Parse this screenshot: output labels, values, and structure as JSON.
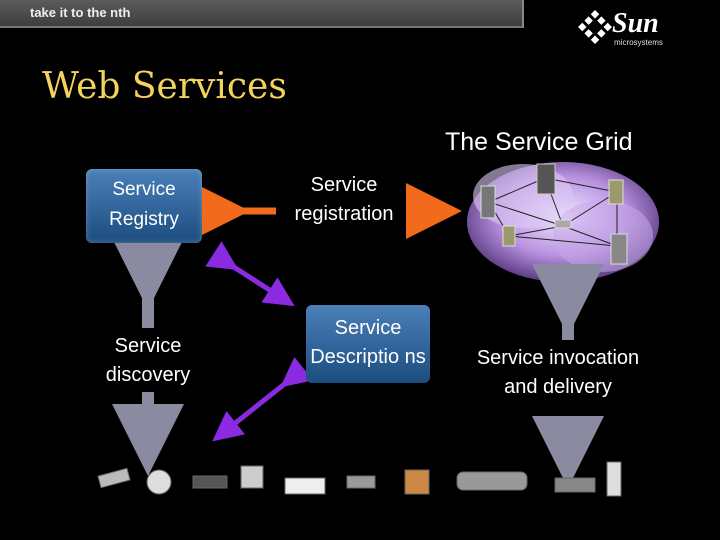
{
  "header": {
    "tagline": "take it to the nth",
    "logo_word": "Sun",
    "logo_sub": "microsystems"
  },
  "slide": {
    "title": "Web Services",
    "grid_title": "The Service Grid",
    "registry": "Service Registry",
    "registration": "Service registration",
    "discovery": "Service discovery",
    "descriptions": "Service Descriptio ns",
    "invocation": "Service invocation and delivery"
  },
  "colors": {
    "title": "#f3d25e",
    "box": "#2a5e96",
    "purple_arrow": "#8a2be2",
    "orange_arrow": "#f26a1b",
    "gray_arrow": "#8a8aa0",
    "cloud": "#c8a8e8"
  },
  "icons": [
    "sun-logo-icon",
    "server-icon",
    "device-icons"
  ]
}
